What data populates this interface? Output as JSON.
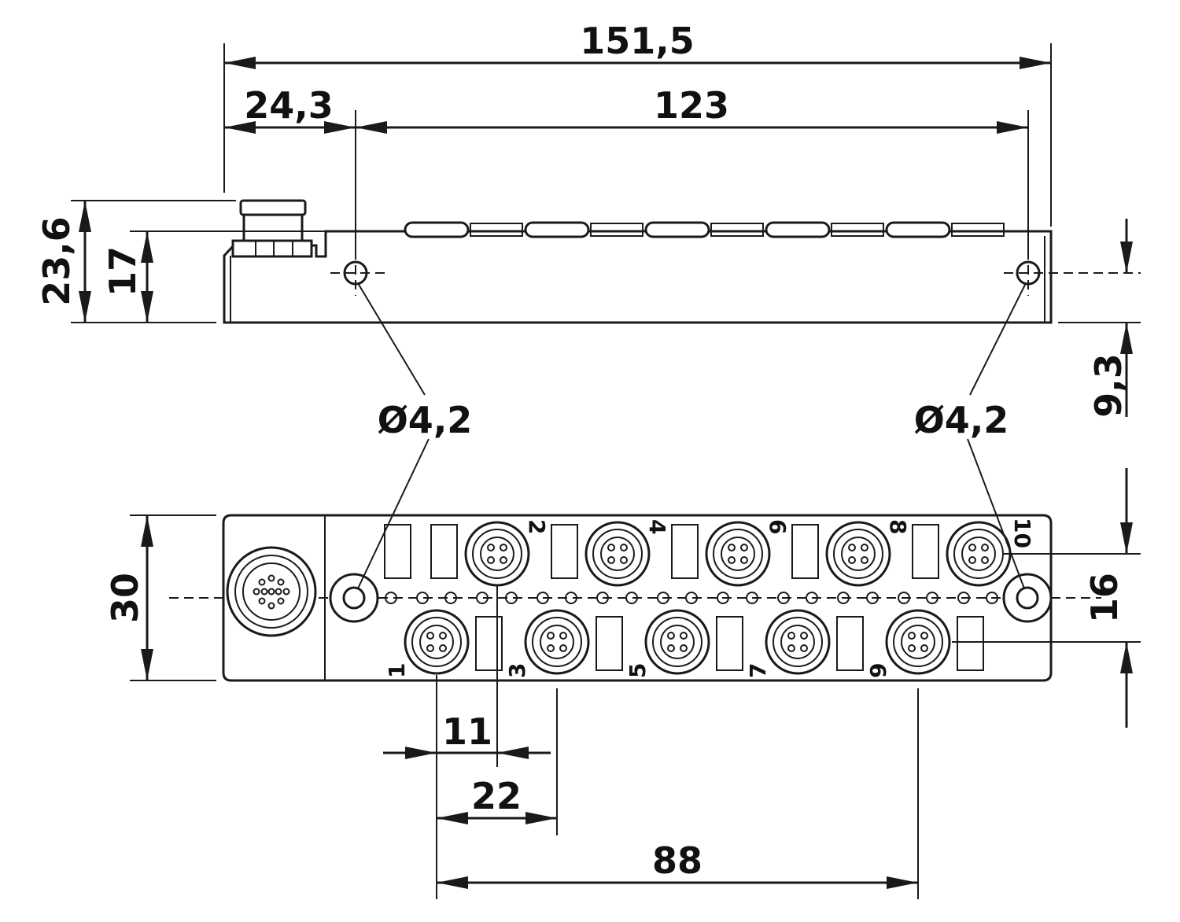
{
  "dimensions": {
    "total_length": "151,5",
    "connector_offset": "24,3",
    "hole_spacing": "123",
    "total_height": "23,6",
    "body_height": "17",
    "hole_height": "9,3",
    "hole_diameter_left": "Ø4,2",
    "hole_diameter_right": "Ø4,2",
    "width": "30",
    "hole_row_width": "16",
    "port_pitch_half": "11",
    "port_pitch": "22",
    "port_span": "88"
  },
  "ports": {
    "top": [
      "2",
      "4",
      "6",
      "8",
      "10"
    ],
    "bottom": [
      "1",
      "3",
      "5",
      "7",
      "9"
    ]
  }
}
